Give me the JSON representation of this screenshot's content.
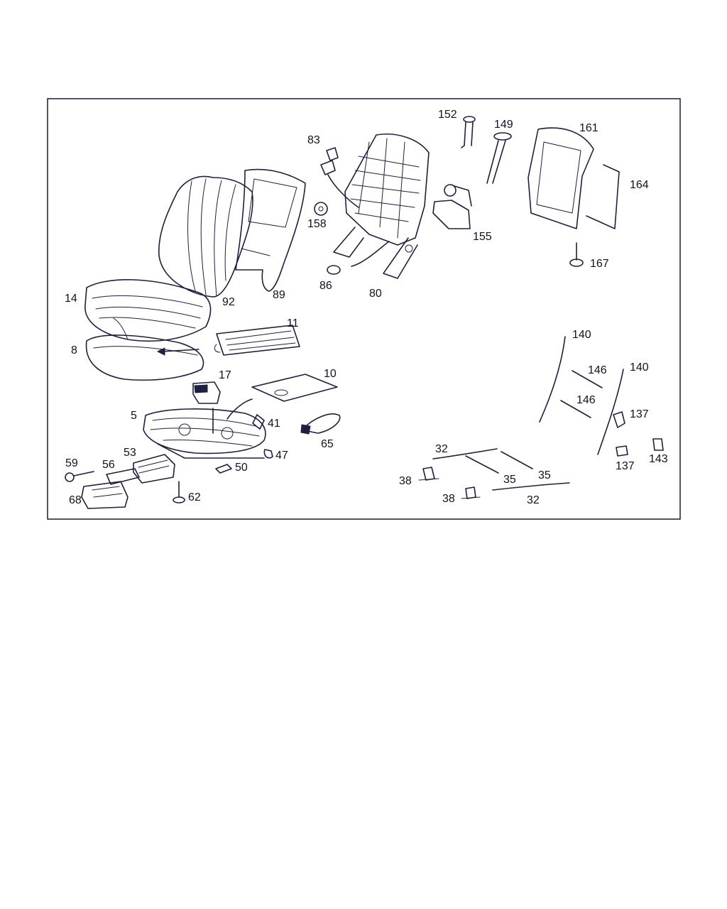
{
  "colors": {
    "ink": "#1f1f3f",
    "frame": "#1a1a3a",
    "background": "#ffffff"
  },
  "callouts": [
    {
      "id": "c152",
      "text": "152"
    },
    {
      "id": "c149",
      "text": "149"
    },
    {
      "id": "c161",
      "text": "161"
    },
    {
      "id": "c83",
      "text": "83"
    },
    {
      "id": "c164",
      "text": "164"
    },
    {
      "id": "c158",
      "text": "158"
    },
    {
      "id": "c155",
      "text": "155"
    },
    {
      "id": "c167",
      "text": "167"
    },
    {
      "id": "c86",
      "text": "86"
    },
    {
      "id": "c80",
      "text": "80"
    },
    {
      "id": "c14",
      "text": "14"
    },
    {
      "id": "c92",
      "text": "92"
    },
    {
      "id": "c89",
      "text": "89"
    },
    {
      "id": "c11",
      "text": "11"
    },
    {
      "id": "c8",
      "text": "8"
    },
    {
      "id": "c140a",
      "text": "140"
    },
    {
      "id": "c146a",
      "text": "146"
    },
    {
      "id": "c140b",
      "text": "140"
    },
    {
      "id": "c17",
      "text": "17"
    },
    {
      "id": "c10",
      "text": "10"
    },
    {
      "id": "c146b",
      "text": "146"
    },
    {
      "id": "c137a",
      "text": "137"
    },
    {
      "id": "c5",
      "text": "5"
    },
    {
      "id": "c41",
      "text": "41"
    },
    {
      "id": "c65",
      "text": "65"
    },
    {
      "id": "c47",
      "text": "47"
    },
    {
      "id": "c53",
      "text": "53"
    },
    {
      "id": "c32a",
      "text": "32"
    },
    {
      "id": "c143",
      "text": "143"
    },
    {
      "id": "c137b",
      "text": "137"
    },
    {
      "id": "c59",
      "text": "59"
    },
    {
      "id": "c56",
      "text": "56"
    },
    {
      "id": "c50",
      "text": "50"
    },
    {
      "id": "c35a",
      "text": "35"
    },
    {
      "id": "c35b",
      "text": "35"
    },
    {
      "id": "c38a",
      "text": "38"
    },
    {
      "id": "c62",
      "text": "62"
    },
    {
      "id": "c68",
      "text": "68"
    },
    {
      "id": "c38b",
      "text": "38"
    },
    {
      "id": "c32b",
      "text": "32"
    }
  ]
}
